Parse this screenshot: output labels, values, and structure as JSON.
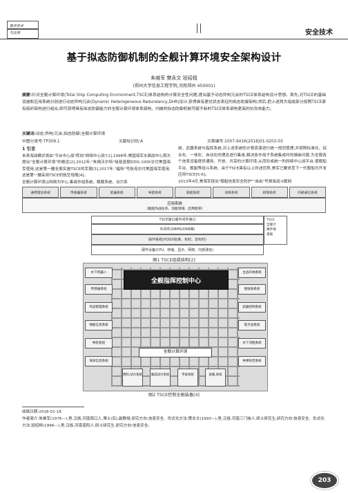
{
  "header": {
    "logo_top": "数字技术",
    "logo_bottom": "与应用",
    "section": "安全技术"
  },
  "title": "基于拟态防御机制的全舰计算环境安全架构设计",
  "authors": "朱维军  樊永文  班绍桓",
  "affiliation": "(郑州大学信息工程学院,河南郑州  450001)",
  "abstract": {
    "label": "摘要:",
    "text": "针对全舰计算环境(Total Ship Computing Environment,TSCE)体系结构的计算安全性问题,提出基于动态异构冗余的TSCE体系结构设计思想。首先,对TSCE的基础设施和应用系统分别进行动态异构冗余(Dynamic Heterogeneous Redundancy,DHR)设计,获得具有更优状态表征的拟态防御架构;然后,把上述两大组成部分按照TSCE原有组织架构进行组合,即可获得具有拟态防御能力的全舰计算环境体系架构。内嵌的拟态防御机制可赋予新的TSCE体系架构更高的抗攻击能力。"
  },
  "keywords": {
    "label": "关键词:",
    "text": "动态;异构;冗余;拟态防御;全舰计算环境"
  },
  "classification": {
    "clc": "中图分类号:TP309.1",
    "doc": "文献标识码:A",
    "id": "文章编号:1007-9416(2018)01-0203-03"
  },
  "intro": {
    "heading": "1 引言",
    "left_text": "   未来海战模式将由\"平台中心战\"转向\"网络中心战\"[1],1998年,美国海军水面战中心首次提出\"全舰计算环境\"的概念[2],2012年,\"朱姆沃尔特\"级驱逐舰DDG-1000交付美国海军使用,这是第一艘全面实施TSCE的军舰[3],2017年,\"福特\"号航母交付美国海军使用,这是第一艘采用TSCE的航空母舰[4]。",
    "left_text2": "   全舰计算环境以网络为中心,集成作战系统、舰载系统、动力系",
    "right_text": "统、武器系统与指挥系统,对上述系统的计算资源进行统一规划管理,并按照标准化、综合化、一体化、自动化的理念进行集成,解决各作战子系统集成时的烟囱问题,为全舰各个信息设备提供通用、开放、共享的计算环境,从而形成统一的网络中心战平台,使舰船平台、舰艇等战斗系统、由于TSCE具有以上所述优势,美军已要求其下一代舰船均开发应用TSCE[5-6]。",
    "right_text2": "   2013年4月,美海军提出\"舰艇信息安全防护\"\"自由\"号濒海战斗舰网"
  },
  "figure1": {
    "top_row": [
      "通用雷达系统",
      "传感器系统",
      "武器系统",
      "导航系统",
      "舰船系统",
      "训练系统",
      "损管系统",
      "外部通信系统"
    ],
    "app_title": "应用系统",
    "app_sub": "(舰船作战任务、功能领域、应用程序)",
    "layer_a": "TSCE接口或中间件接口",
    "layer_b": "中间件(DBMS/ORB等)",
    "layer_c": "操作系统(POSIX标准、实时、非实时)",
    "layer_d": "硬件设备(CPU、存储、显示、网络、内部通信)",
    "side": [
      "TSCE",
      "全舰计",
      "算环境",
      "基础"
    ],
    "caption": "图1  TSCE组成结构[2]"
  },
  "figure2": {
    "core": "全舰指挥控制中心",
    "bus": "全舰计算环境",
    "left": [
      "水下机器人",
      "传感器系统",
      "作战管理系统",
      "情报信息系统",
      "导航系统",
      "海洋信息系统"
    ],
    "right": [
      "主战声纳系统",
      "接收防系统",
      "武器控制系统",
      "电子战系统",
      "水下决胜系统",
      "导弹防空系统"
    ],
    "bottom": [
      "燃料,动力系统",
      "集成动力系统",
      "专家系统",
      "容舰,系统"
    ],
    "caption": "图2  TSCE控制全舰装备[4]"
  },
  "footnotes": {
    "received": "收稿日期:2018-01-18",
    "author": "作者简介:朱维军(1976—),男,汉族,河南周口人,博士(后),副教授,研究方向:信息安全、形式化方法;樊永文(1993—),男,汉族,河南三门峡人,硕士研究生,研究方向:信息安全、形式化方法;班绍桓(1996—),男,汉族,河南南阳人,硕士研究生,研究方向:信息安全。"
  },
  "page_number": "203"
}
